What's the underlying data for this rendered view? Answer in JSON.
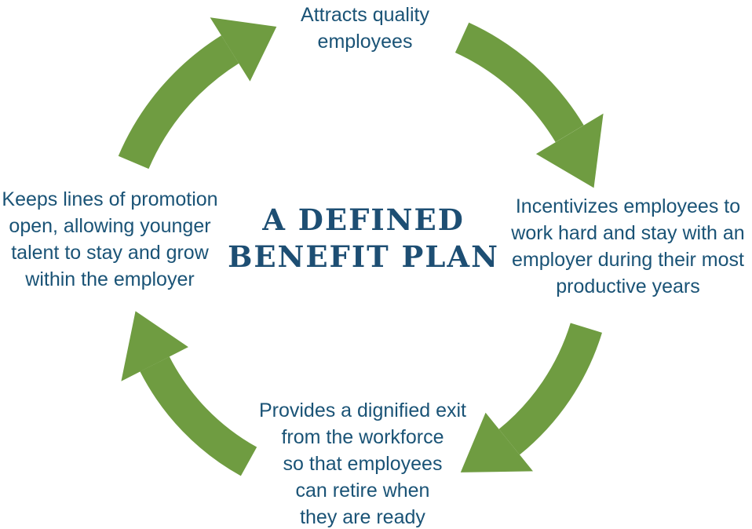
{
  "diagram": {
    "title": "A DEFINED\nBENEFIT PLAN",
    "nodes": {
      "top": "Attracts quality\nemployees",
      "right": "Incentivizes employees to\nwork hard and stay with an\nemployer during their most\nproductive years",
      "bottom": "Provides a dignified exit\nfrom the workforce\nso that employees\ncan retire when\nthey are ready",
      "left": "Keeps lines of promotion\nopen, allowing younger\ntalent to stay and grow\nwithin the employer"
    },
    "arrows": [
      {
        "from": "left",
        "to": "top",
        "direction": "clockwise"
      },
      {
        "from": "top",
        "to": "right",
        "direction": "clockwise"
      },
      {
        "from": "right",
        "to": "bottom",
        "direction": "clockwise"
      },
      {
        "from": "bottom",
        "to": "left",
        "direction": "clockwise"
      }
    ]
  },
  "colors": {
    "arrow_green": "#6f9c41",
    "body_text": "#1a5376",
    "title_text": "#1d4e73"
  }
}
